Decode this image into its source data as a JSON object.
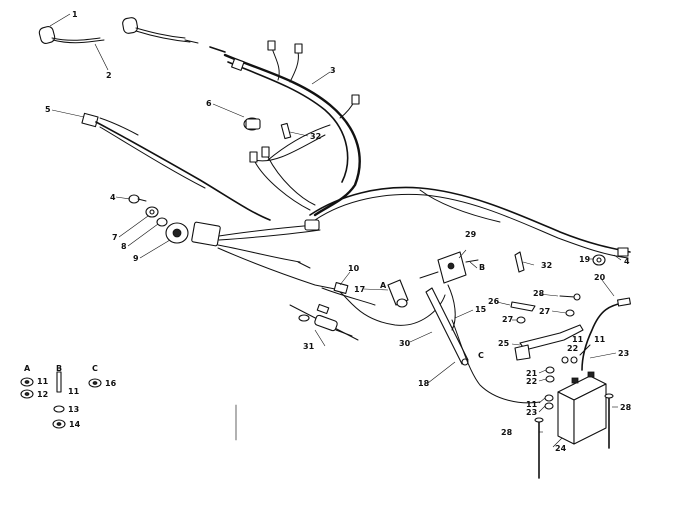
{
  "diagram": {
    "callouts": {
      "c1": "1",
      "c2": "2",
      "c3": "3",
      "c4": "4",
      "c5": "5",
      "c6": "6",
      "c7": "7",
      "c8": "8",
      "c9": "9",
      "c10": "10",
      "c11a": "11",
      "c11b": "11",
      "c15": "15",
      "c17": "17",
      "c18": "18",
      "c19": "19",
      "c20": "20",
      "c21": "21",
      "c22a": "22",
      "c22b": "22",
      "c23a": "23",
      "c23b": "23",
      "c24": "24",
      "c25": "25",
      "c26": "26",
      "c27a": "27",
      "c27b": "27",
      "c28a": "28",
      "c28b": "28",
      "c28c": "28",
      "c29": "29",
      "c30": "30",
      "c31": "31",
      "c32a": "32",
      "c32b": "32",
      "c4b": "4",
      "cA": "A",
      "cB": "B",
      "cC": "C"
    },
    "hardware_key": {
      "group_a": "A",
      "group_b": "B",
      "group_c": "C",
      "a_top": "11",
      "a_bot": "12",
      "b_top": "11",
      "b_mid": "13",
      "b_bot": "14",
      "c_top": "16"
    }
  }
}
